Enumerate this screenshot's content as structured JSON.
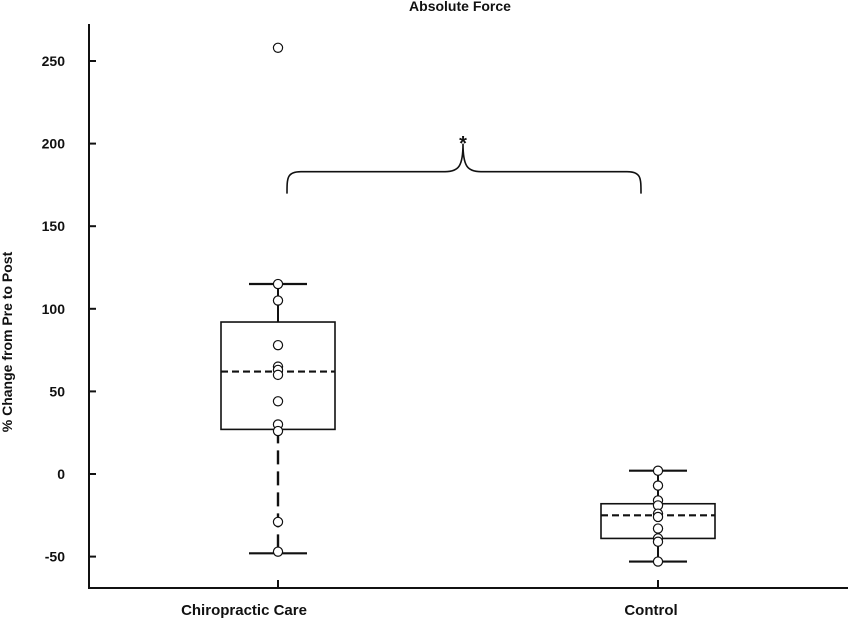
{
  "chart_data": {
    "type": "box",
    "title": "Absolute Force",
    "ylabel": "% Change from Pre to Post",
    "xlabel": "",
    "ylim": [
      -68,
      270
    ],
    "yticks": [
      250,
      200,
      150,
      100,
      50,
      0,
      -50
    ],
    "annotation": "*",
    "annotation_value": 183,
    "categories": [
      "Chiropractic Care",
      "Control"
    ],
    "groups": [
      {
        "name": "Chiropractic Care",
        "whisker_low": -48,
        "q1": 27,
        "median": 62,
        "q3": 92,
        "whisker_high": 115,
        "points": [
          258,
          115,
          105,
          78,
          65,
          63,
          60,
          44,
          30,
          26,
          -29,
          -47
        ]
      },
      {
        "name": "Control",
        "whisker_low": -53,
        "q1": -39,
        "median": -25,
        "q3": -18,
        "whisker_high": 2,
        "points": [
          2,
          -7,
          -16,
          -19,
          -24,
          -26,
          -33,
          -39,
          -41,
          -53
        ]
      }
    ]
  }
}
